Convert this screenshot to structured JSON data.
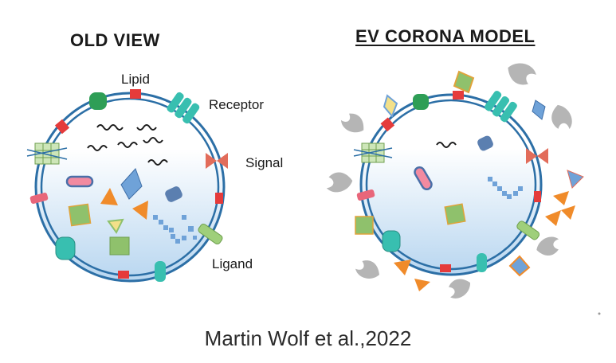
{
  "titles": {
    "left": "OLD VIEW",
    "right": "EV CORONA  MODEL"
  },
  "labels": {
    "lipid": "Lipid",
    "receptor": "Receptor",
    "signal": "Signal",
    "ligand": "Ligand"
  },
  "credit": "Martin Wolf et al.,2022",
  "colors": {
    "membrane": "#2c6fa6",
    "vesicle_top": "#ffffff",
    "vesicle_bottom": "#b8d6f0",
    "lipid": "#2e9e56",
    "raft": "#e53b3b",
    "receptor": "#38bfb0",
    "signal": "#e26c5a",
    "ligand": "#9fcf7a",
    "orange": "#f08b2a",
    "blue": "#6fa2d8",
    "green": "#8fc16c",
    "yellow": "#f3e089",
    "corona_gray": "#b5b5b5"
  }
}
